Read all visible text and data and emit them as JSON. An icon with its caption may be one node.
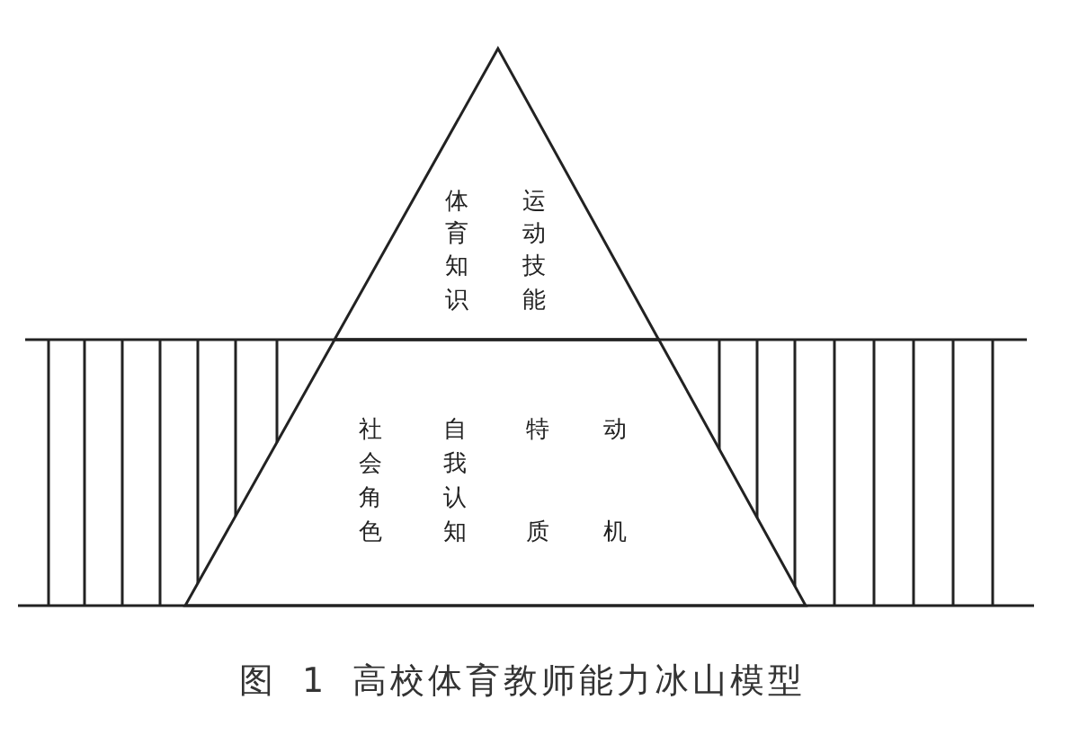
{
  "diagram": {
    "caption": "图 1 高校体育教师能力冰山模型",
    "nodes": [
      {
        "text": [
          "体育知识",
          "运动技能"
        ]
      },
      {
        "text": [
          "社会角色",
          "自我认知",
          "特质",
          "动机"
        ]
      }
    ]
  }
}
